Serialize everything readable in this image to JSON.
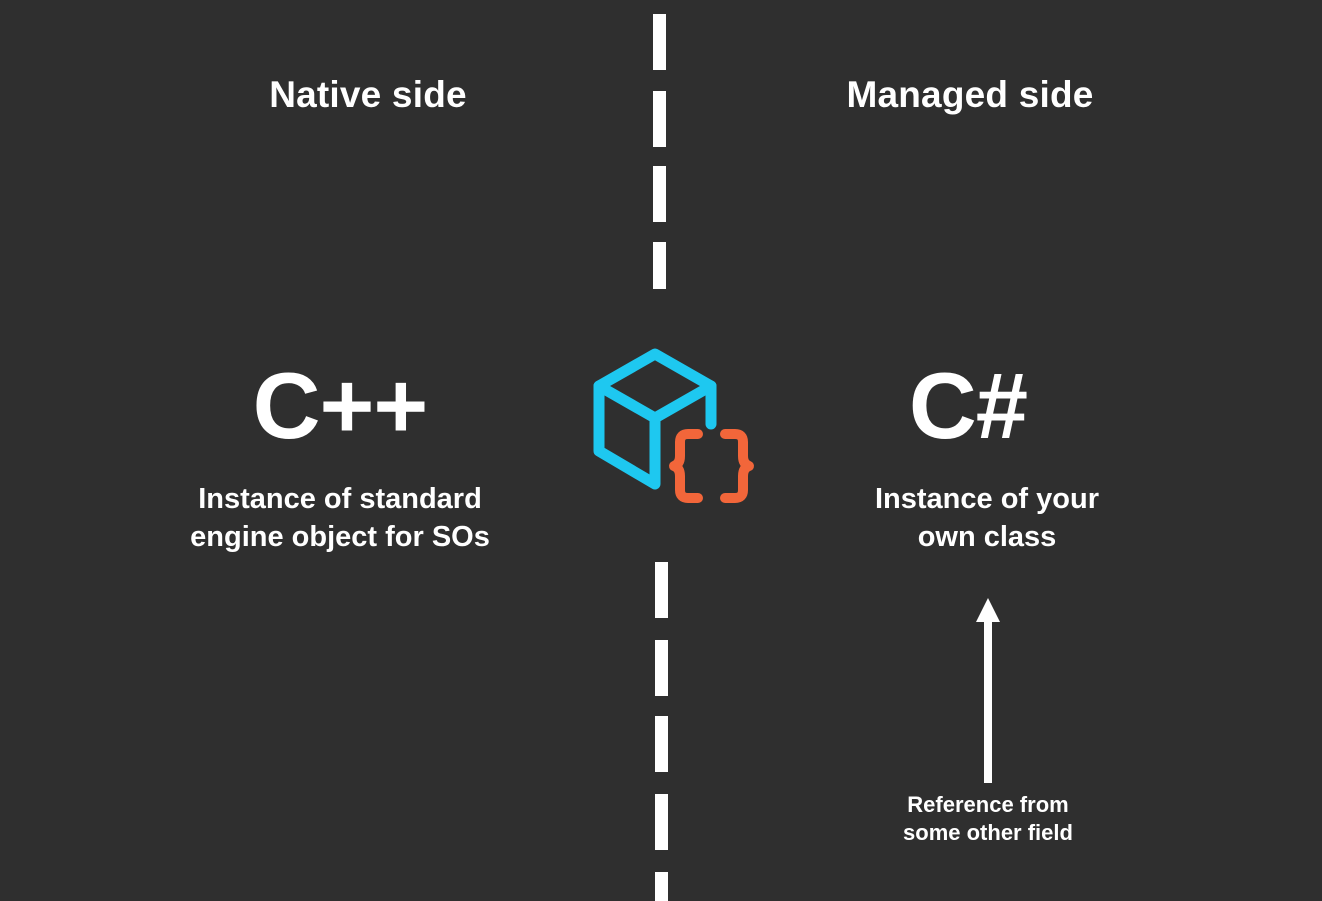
{
  "native": {
    "heading": "Native side",
    "language": "C++",
    "description_line1": "Instance of standard",
    "description_line2": "engine object for SOs"
  },
  "managed": {
    "heading": "Managed side",
    "language": "C#",
    "description_line1": "Instance of your",
    "description_line2": "own class"
  },
  "reference_note": {
    "line1": "Reference from",
    "line2": "some other field"
  },
  "icons": {
    "center_logo": "cube-braces-icon",
    "arrow": "arrow-up-icon"
  },
  "colors": {
    "background": "#2f2f2f",
    "text": "#ffffff",
    "divider": "#ffffff",
    "cube": "#1ec8f0",
    "braces": "#f2663a"
  }
}
